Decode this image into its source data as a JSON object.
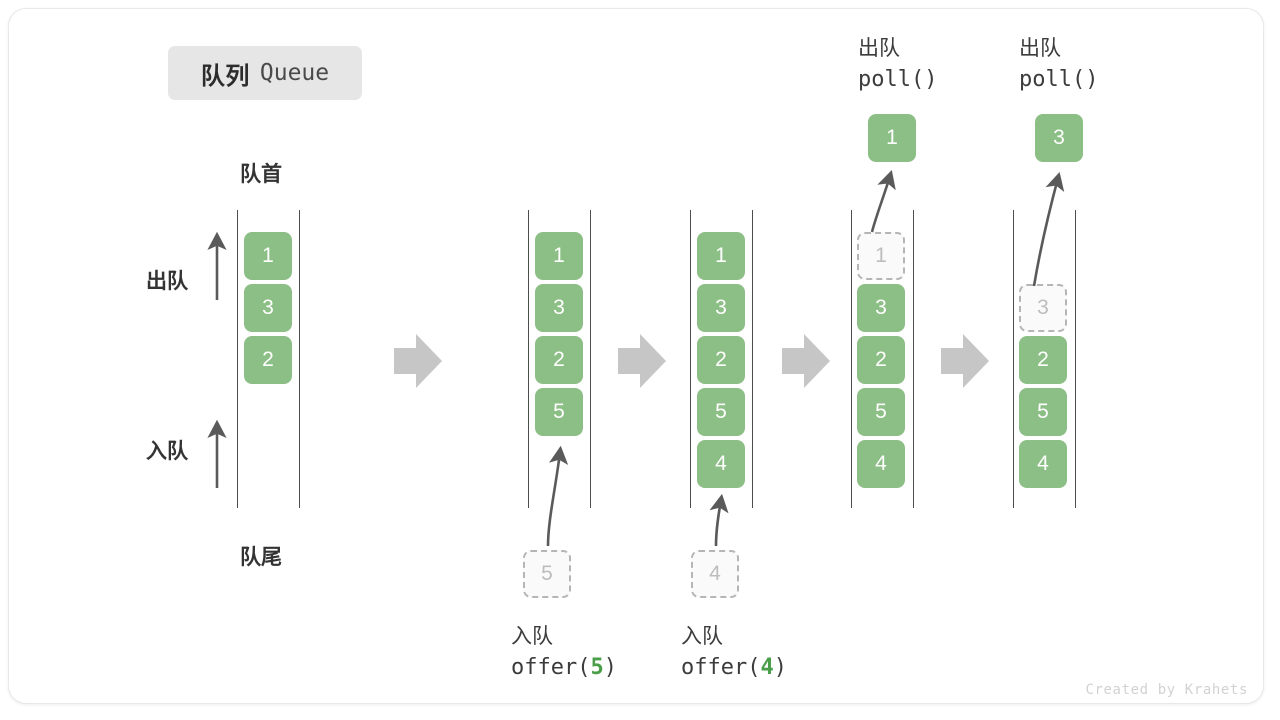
{
  "title": {
    "cn": "队列",
    "en": "Queue"
  },
  "labels": {
    "head": "队首",
    "tail": "队尾",
    "dequeue": "出队",
    "enqueue": "入队"
  },
  "watermark": "Created by Krahets",
  "colors": {
    "element_fill": "#8cbf85",
    "element_text": "#ffffff",
    "ghost_fill": "#fafafa",
    "ghost_border": "#b5b5b5",
    "ghost_text": "#bdbdbd",
    "rail": "#4d4d4d",
    "step_arrow": "#c6c6c6",
    "curve_arrow": "#5a5a5a",
    "chip_bg": "#e6e6e6",
    "accent_green": "#4a9e4a"
  },
  "columns": [
    {
      "id": "initial",
      "caption_top": null,
      "caption_bottom": null,
      "items": [
        "1",
        "3",
        "2"
      ],
      "ghost_slot": null,
      "ghost_value": null
    },
    {
      "id": "after-offer-5",
      "caption_top": null,
      "caption_bottom": {
        "cn": "入队",
        "fn": "offer(",
        "arg": "5",
        "fn_close": ")"
      },
      "items": [
        "1",
        "3",
        "2",
        "5"
      ],
      "incoming_value": "5",
      "ghost_slot": null,
      "ghost_value": null
    },
    {
      "id": "after-offer-4",
      "caption_top": null,
      "caption_bottom": {
        "cn": "入队",
        "fn": "offer(",
        "arg": "4",
        "fn_close": ")"
      },
      "items": [
        "1",
        "3",
        "2",
        "5",
        "4"
      ],
      "incoming_value": "4",
      "ghost_slot": null,
      "ghost_value": null
    },
    {
      "id": "after-poll-1",
      "caption_top": {
        "cn": "出队",
        "fn": "poll()"
      },
      "popped_value": "1",
      "items": [
        "3",
        "2",
        "5",
        "4"
      ],
      "ghost_slot": 0,
      "ghost_value": "1"
    },
    {
      "id": "after-poll-3",
      "caption_top": {
        "cn": "出队",
        "fn": "poll()"
      },
      "popped_value": "3",
      "items": [
        "2",
        "5",
        "4"
      ],
      "ghost_slot": 1,
      "ghost_value": "3"
    }
  ],
  "step_arrows": 4
}
